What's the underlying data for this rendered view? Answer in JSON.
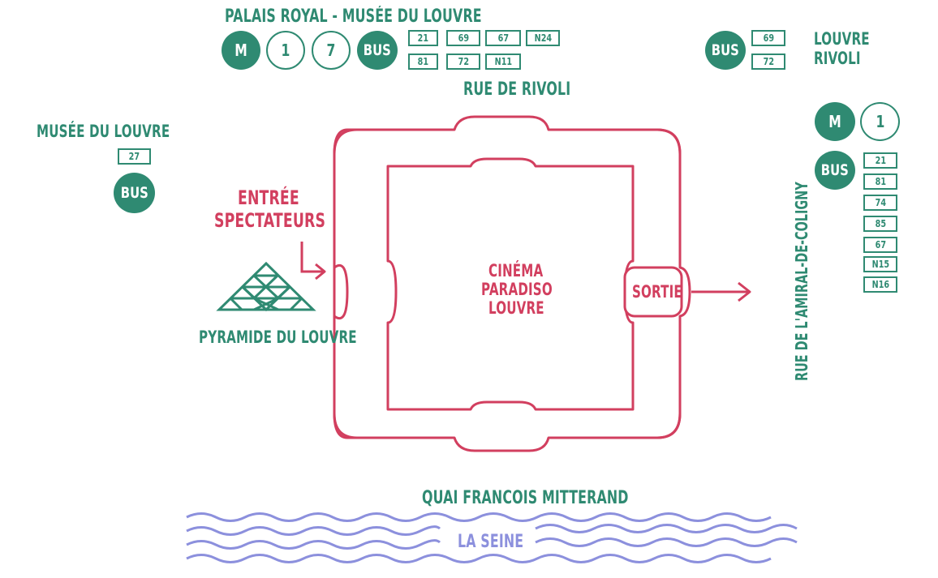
{
  "colors": {
    "transit": "#2f8a72",
    "venue": "#d23f5f",
    "river": "#8c90dd"
  },
  "top_stop": {
    "title": "PALAIS ROYAL - MUSÉE DU LOUVRE",
    "badges": [
      "M",
      "1",
      "7",
      "BUS"
    ],
    "bus_lines": [
      "21",
      "69",
      "67",
      "N24",
      "81",
      "72",
      "N11"
    ]
  },
  "top_right_stop": {
    "badge": "BUS",
    "bus_lines": [
      "69",
      "72"
    ],
    "title_line1": "LOUVRE",
    "title_line2": "RIVOLI"
  },
  "left_stop": {
    "title": "MUSÉE DU LOUVRE",
    "bus_lines": [
      "27"
    ],
    "badge": "BUS"
  },
  "right_stop": {
    "metro_badge": "M",
    "metro_line": "1",
    "bus_badge": "BUS",
    "bus_lines": [
      "21",
      "81",
      "74",
      "85",
      "67",
      "N15",
      "N16"
    ]
  },
  "streets": {
    "north": "RUE DE RIVOLI",
    "east": "RUE DE L'AMIRAL-DE-COLIGNY",
    "south": "QUAI FRANCOIS MITTERAND"
  },
  "venue": {
    "name_line1": "CINÉMA",
    "name_line2": "PARADISO",
    "name_line3": "LOUVRE",
    "entrance_line1": "ENTRÉE",
    "entrance_line2": "SPECTATEURS",
    "exit": "SORTIE"
  },
  "landmark": {
    "pyramid": "PYRAMIDE DU LOUVRE",
    "pyramid_icon": "pyramid-icon"
  },
  "river": {
    "name": "LA SEINE"
  }
}
